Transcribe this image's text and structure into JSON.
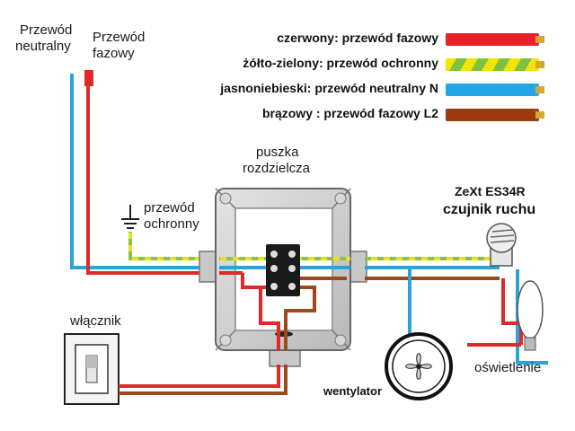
{
  "labels": {
    "neutral_wire": [
      "Przewód",
      "neutralny"
    ],
    "phase_wire": [
      "Przewód",
      "fazowy"
    ],
    "junction_box": [
      "puszka",
      "rozdzielcza"
    ],
    "protective_wire": [
      "przewód",
      "ochronny"
    ],
    "sensor_model": "ZeXt ES34R",
    "sensor_name": "czujnik ruchu",
    "switch": "włącznik",
    "fan": "wentylator",
    "lighting": "oświetlenie"
  },
  "legend": [
    {
      "text": "czerwony:  przewód fazowy",
      "color": "#e8202a",
      "stripe": ""
    },
    {
      "text": "żółto-zielony: przewód ochronny",
      "color": "#f2e600",
      "stripe": "#7dc242"
    },
    {
      "text": "jasnoniebieski: przewód neutralny N",
      "color": "#22a7e6",
      "stripe": ""
    },
    {
      "text": "brązowy : przewód fazowy  L2",
      "color": "#9a3b12",
      "stripe": ""
    }
  ],
  "colors": {
    "phase": "#e02a2a",
    "neutral": "#2aa3db",
    "protective_yellow": "#e8e21a",
    "protective_green": "#8bc34a",
    "brown": "#9a4a1c",
    "box": "#c8c8c8"
  }
}
